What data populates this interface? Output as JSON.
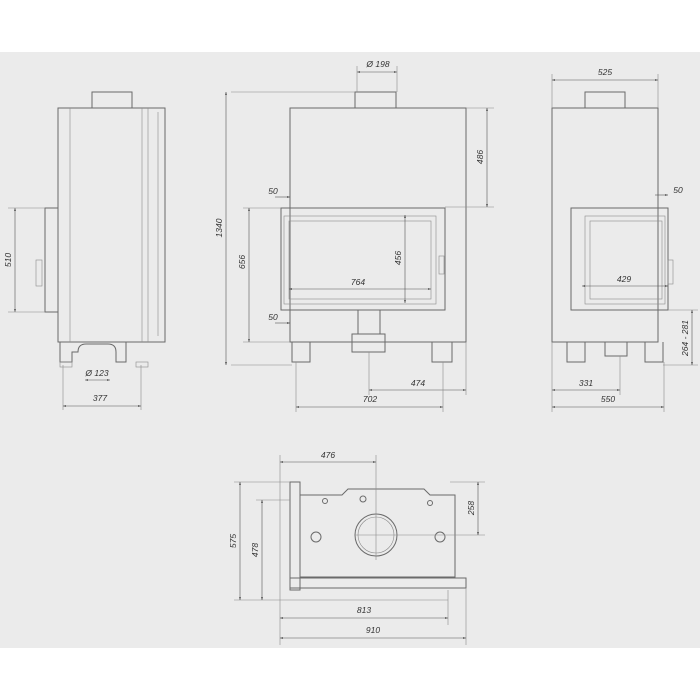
{
  "colors": {
    "background": "#ebebeb",
    "outline": "#6a6a6a",
    "dimension": "#555555"
  },
  "side_view": {
    "height_door": "510",
    "flue_diameter": "Ø 123",
    "depth": "377"
  },
  "front_view": {
    "flue_diameter": "Ø 198",
    "total_height": "1340",
    "top_height": "486",
    "offset_top": "50",
    "offset_bottom": "50",
    "door_height": "656",
    "glass_height": "456",
    "glass_width": "764",
    "flue_offset": "474",
    "width": "702"
  },
  "right_view": {
    "top_width": "525",
    "offset": "50",
    "glass_width": "429",
    "base_height": "264 - 281",
    "flue_offset": "331",
    "width": "550"
  },
  "plan_view": {
    "flue_x": "476",
    "flue_y": "258",
    "depth_total": "575",
    "depth_inner": "478",
    "width_inner": "813",
    "width_total": "910"
  }
}
